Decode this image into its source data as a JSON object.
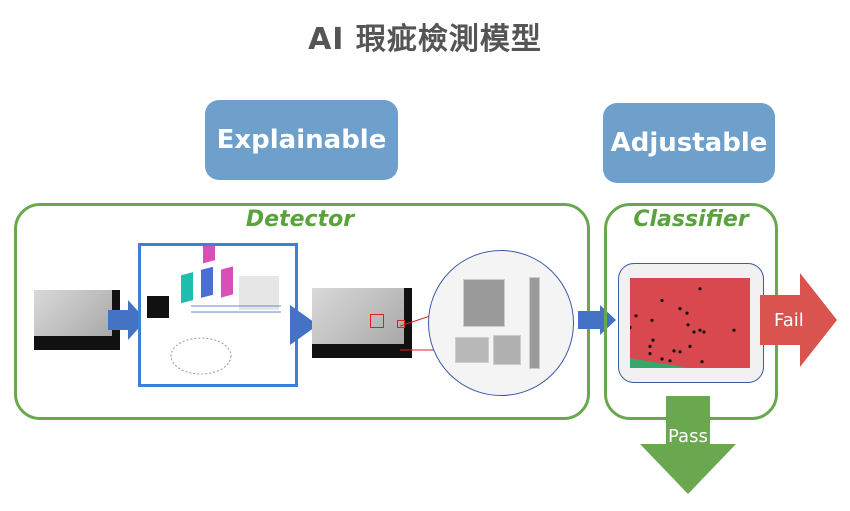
{
  "title": "AI 瑕疵檢測模型",
  "tags": {
    "explainable": "Explainable",
    "adjustable": "Adjustable"
  },
  "detector": {
    "label": "Detector"
  },
  "classifier": {
    "label": "Classifier"
  },
  "outputs": {
    "fail": "Fail",
    "pass": "Pass"
  },
  "colors": {
    "accent_blue": "#6fa0cc",
    "frame_green": "#6aa84f",
    "fail_red": "#d9534f",
    "pass_green": "#6aa84f",
    "flow_blue": "#4472c4"
  }
}
